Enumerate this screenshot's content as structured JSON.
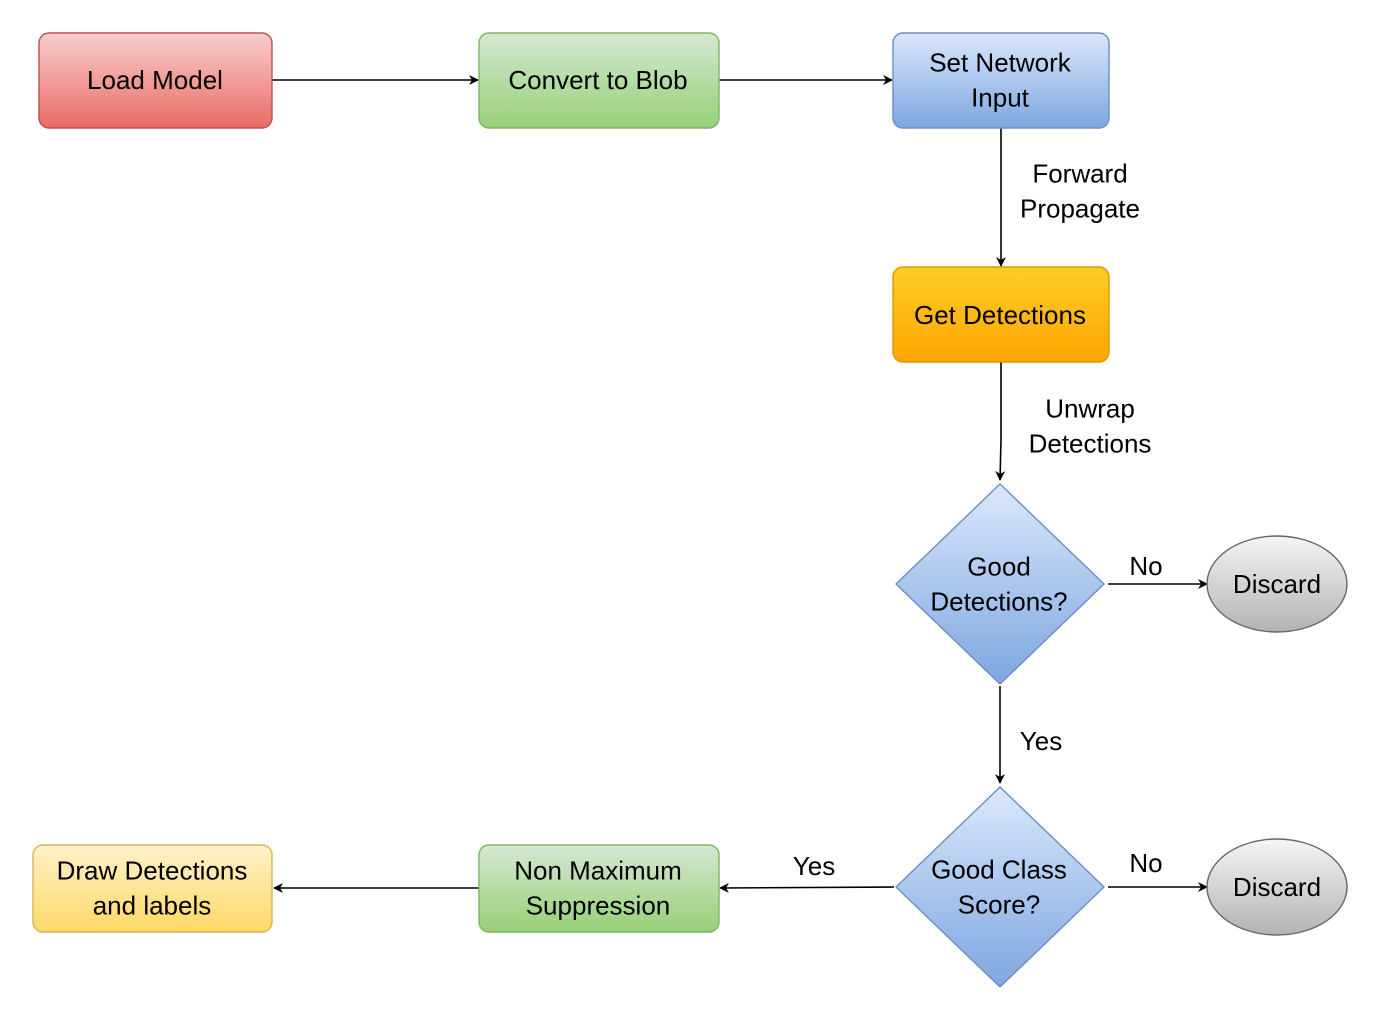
{
  "diagram": {
    "nodes": {
      "load_model": {
        "lines": [
          "Load Model"
        ],
        "shape": "rounded-rect",
        "fill": [
          "#f8cecc",
          "#ea6b66"
        ],
        "stroke": "#b85450"
      },
      "convert_blob": {
        "lines": [
          "Convert to Blob"
        ],
        "shape": "rounded-rect",
        "fill": [
          "#d5e8d4",
          "#97d077"
        ],
        "stroke": "#82b366"
      },
      "set_input": {
        "lines": [
          "Set Network",
          "Input"
        ],
        "shape": "rounded-rect",
        "fill": [
          "#dae8fc",
          "#7ea6e0"
        ],
        "stroke": "#6c8ebf"
      },
      "get_detections": {
        "lines": [
          "Get Detections"
        ],
        "shape": "rounded-rect",
        "fill": [
          "#ffcd28",
          "#ffa500"
        ],
        "stroke": "#d79b00"
      },
      "good_detections": {
        "lines": [
          "Good",
          "Detections?"
        ],
        "shape": "diamond",
        "fill": [
          "#dae8fc",
          "#7ea6e0"
        ],
        "stroke": "#6c8ebf"
      },
      "discard_1": {
        "lines": [
          "Discard"
        ],
        "shape": "ellipse",
        "fill": [
          "#f5f5f5",
          "#b3b3b3"
        ],
        "stroke": "#666666"
      },
      "good_class_score": {
        "lines": [
          "Good Class",
          "Score?"
        ],
        "shape": "diamond",
        "fill": [
          "#dae8fc",
          "#7ea6e0"
        ],
        "stroke": "#6c8ebf"
      },
      "discard_2": {
        "lines": [
          "Discard"
        ],
        "shape": "ellipse",
        "fill": [
          "#f5f5f5",
          "#b3b3b3"
        ],
        "stroke": "#666666"
      },
      "nms": {
        "lines": [
          "Non Maximum",
          "Suppression"
        ],
        "shape": "rounded-rect",
        "fill": [
          "#d5e8d4",
          "#97d077"
        ],
        "stroke": "#82b366"
      },
      "draw": {
        "lines": [
          "Draw Detections",
          "and labels"
        ],
        "shape": "rounded-rect",
        "fill": [
          "#fff2cc",
          "#ffd966"
        ],
        "stroke": "#d6b656"
      }
    },
    "edge_labels": {
      "forward_propagate": [
        "Forward",
        "Propagate"
      ],
      "unwrap_detections": [
        "Unwrap",
        "Detections"
      ],
      "no_1": [
        "No"
      ],
      "yes_1": [
        "Yes"
      ],
      "no_2": [
        "No"
      ],
      "yes_2": [
        "Yes"
      ]
    },
    "edge_color": "#000000"
  }
}
